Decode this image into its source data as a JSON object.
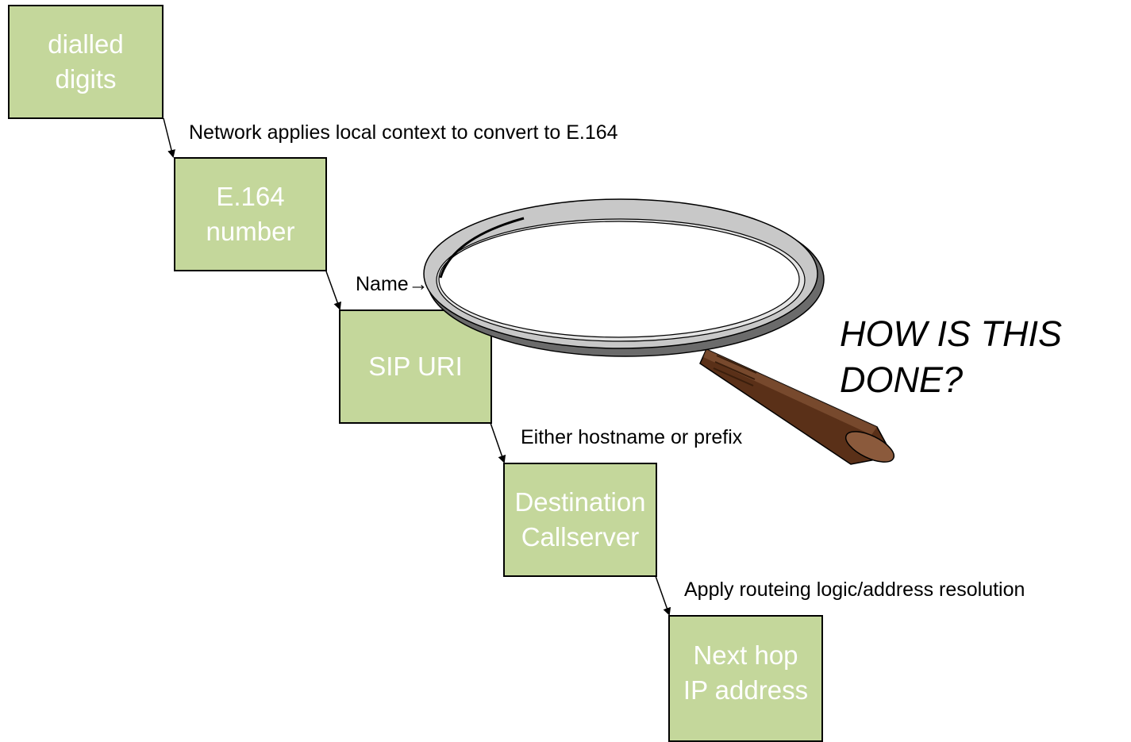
{
  "steps": [
    {
      "lines": [
        "dialled",
        "digits"
      ]
    },
    {
      "lines": [
        "E.164",
        "number"
      ]
    },
    {
      "lines": [
        "SIP URI"
      ]
    },
    {
      "lines": [
        "Destination",
        "Callserver"
      ]
    },
    {
      "lines": [
        "Next hop",
        "IP address"
      ]
    }
  ],
  "transitions": [
    "Network applies local context to convert to E.164",
    "Name→Address translation",
    "Either hostname or prefix",
    "Apply routeing logic/address resolution"
  ],
  "question": {
    "lines": [
      "HOW IS THIS",
      "DONE?"
    ]
  },
  "icons": {
    "magnifier": "magnifying-glass-icon"
  },
  "colors": {
    "box_fill": "#c4d79b",
    "box_text": "#ffffff",
    "handle": "#6b3a1f",
    "handle_end": "#8b5a3c",
    "lens_rim": "#9a9a9a"
  }
}
